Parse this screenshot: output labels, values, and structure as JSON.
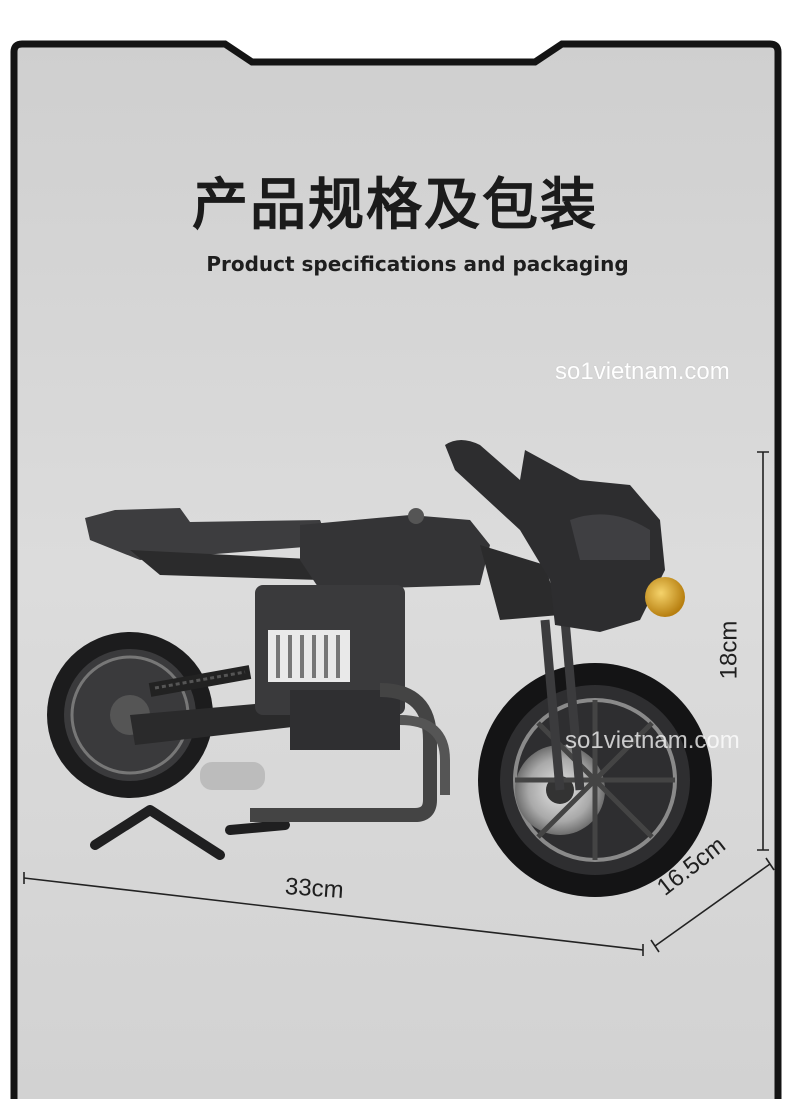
{
  "header": {
    "title_zh": "产品规格及包装",
    "title_en": "Product specifications and packaging"
  },
  "watermarks": [
    "so1vietnam.com",
    "so1vietnam.com"
  ],
  "dimensions": {
    "length": "33cm",
    "height": "18cm",
    "depth": "16.5cm"
  },
  "product": {
    "image_subject": "motorcycle-model"
  },
  "colors": {
    "frame": "#111111",
    "panel": "#d6d6d6",
    "bike_dark": "#2a2a2b",
    "headlight": "#d9a21e"
  }
}
